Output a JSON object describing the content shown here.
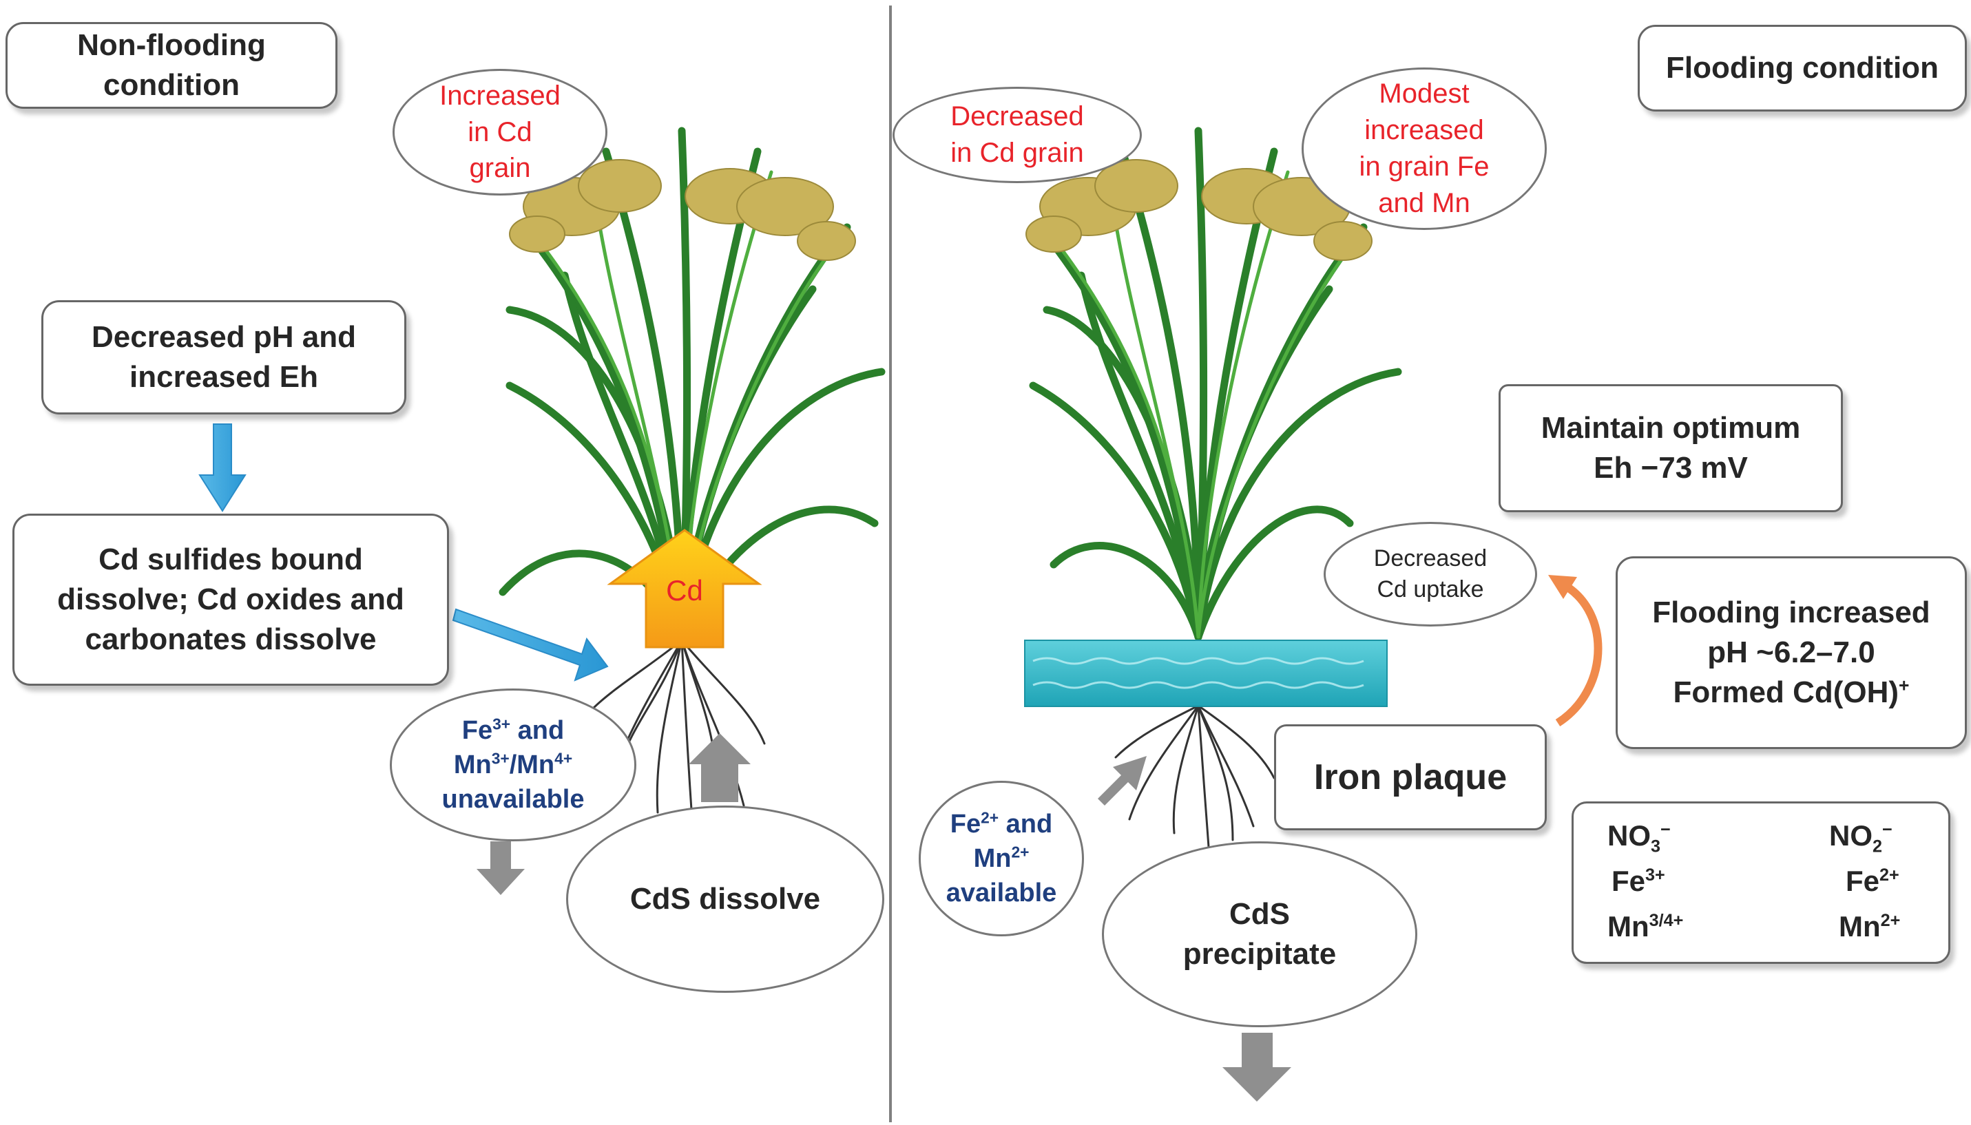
{
  "left": {
    "condition": [
      "Non-flooding",
      "condition"
    ],
    "grain_note": [
      "Increased",
      "in Cd",
      "grain"
    ],
    "soil_change": [
      "Decreased pH and",
      "increased Eh"
    ],
    "dissolution": [
      "Cd sulfides bound",
      "dissolve; Cd oxides and",
      "carbonates dissolve"
    ],
    "uptake_label": "Cd",
    "fe_mn": {
      "l1a": "Fe",
      "l1b": "3+",
      "l1c": " and",
      "l2a": "Mn",
      "l2b": "3+",
      "l2c": "/Mn",
      "l2d": "4+",
      "l3": "unavailable"
    },
    "cds": "CdS dissolve"
  },
  "right": {
    "condition": "Flooding condition",
    "grain_cd": [
      "Decreased",
      "in Cd grain"
    ],
    "grain_fe_mn": [
      "Modest",
      "increased",
      "in grain Fe",
      "and Mn"
    ],
    "eh": [
      "Maintain optimum",
      "Eh −73 mV"
    ],
    "uptake": [
      "Decreased",
      "Cd uptake"
    ],
    "ph": {
      "l1": "Flooding increased",
      "l2": "pH ~6.2–7.0",
      "l3a": "Formed Cd(OH)",
      "l3b": "+"
    },
    "plaque": "Iron plaque",
    "fe_mn": {
      "l1a": "Fe",
      "l1b": "2+",
      "l1c": " and",
      "l2a": "Mn",
      "l2b": "2+",
      "l3": "available"
    },
    "cds": [
      "CdS",
      "precipitate"
    ],
    "redox": [
      {
        "from": "NO",
        "from_sub": "3",
        "from_sup": "−",
        "to": "NO",
        "to_sub": "2",
        "to_sup": "−"
      },
      {
        "from": "Fe",
        "from_sub": "",
        "from_sup": "3+",
        "to": "Fe",
        "to_sub": "",
        "to_sup": "2+"
      },
      {
        "from": "Mn",
        "from_sub": "",
        "from_sup": "3/4+",
        "to": "Mn",
        "to_sub": "",
        "to_sup": "2+"
      }
    ]
  },
  "colors": {
    "text_red": "#e8232a",
    "text_navy": "#1f3f7f",
    "arrow_blue": "#3ea6dd",
    "arrow_orange": "#f5a21b",
    "arrow_gray": "#8f8f8f",
    "leaf_green": "#2e8b2e",
    "water_cyan": "#2fb7c6",
    "curved_arrow": "#f08a4b"
  }
}
